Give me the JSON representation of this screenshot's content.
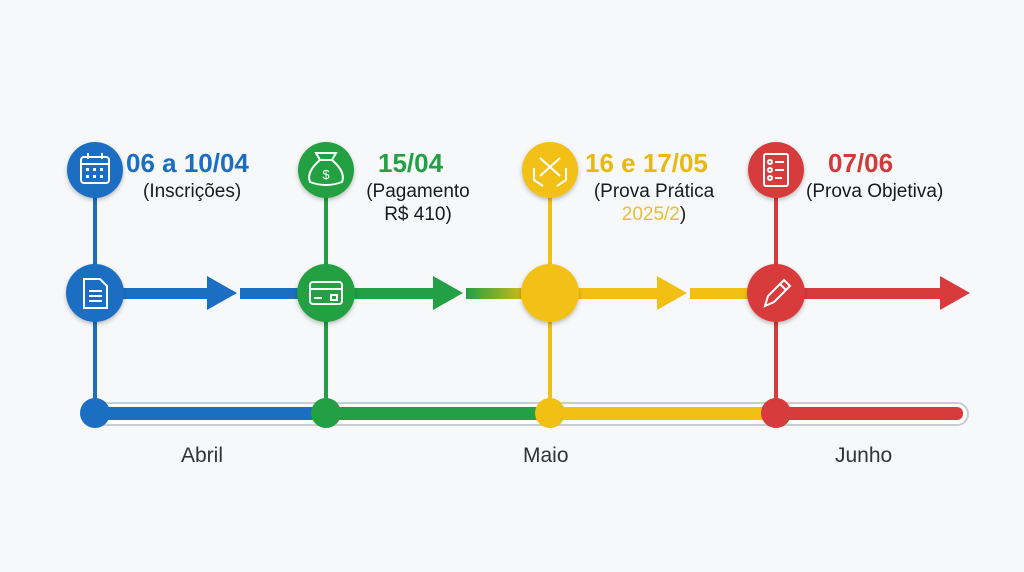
{
  "colors": {
    "blue": "#1b6ec2",
    "green": "#22a043",
    "yellow": "#f2c012",
    "red": "#d83b3b"
  },
  "events": [
    {
      "date": "06 a 10/04",
      "label": "(Inscrições)",
      "top_icon": "calendar-icon",
      "mid_icon": "document-icon"
    },
    {
      "date": "15/04",
      "label_line1": "(Pagamento",
      "label_line2": "R$ 410)",
      "top_icon": "money-bag-icon",
      "mid_icon": "credit-card-icon"
    },
    {
      "date": "16 e 17/05",
      "label_line1": "(Prova Prática",
      "label_line2_colored": "2025/2",
      "label_line2_close": ")",
      "top_icon": "hands-tools-icon",
      "mid_icon": "none"
    },
    {
      "date": "07/06",
      "label": "(Prova Objetiva)",
      "top_icon": "checklist-icon",
      "mid_icon": "pen-icon"
    }
  ],
  "months": [
    "Abril",
    "Maio",
    "Junho"
  ]
}
